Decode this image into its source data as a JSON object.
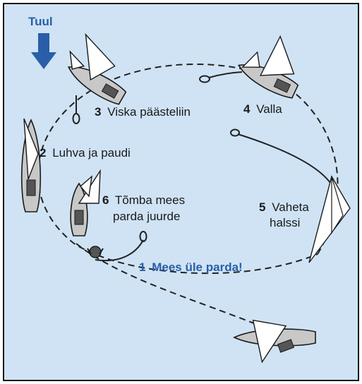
{
  "colors": {
    "background": "#cfe3f4",
    "frame": "#1a1a1a",
    "accent": "#2a5ea8",
    "hull": "#c8c8c8",
    "cockpit": "#555555",
    "sail": "#ffffff",
    "track": "#222222"
  },
  "wind": {
    "label": "Tuul",
    "icon": "arrow-down-icon"
  },
  "steps": [
    {
      "number": "1",
      "text": "Mees üle parda!"
    },
    {
      "number": "2",
      "text": "Luhva ja paudi"
    },
    {
      "number": "3",
      "text": "Viska päästeliin"
    },
    {
      "number": "4",
      "text": "Valla"
    },
    {
      "number": "5",
      "text": "Vaheta",
      "text2": "halssi"
    },
    {
      "number": "6",
      "text": "Tõmba mees",
      "text2": "parda juurde"
    }
  ]
}
